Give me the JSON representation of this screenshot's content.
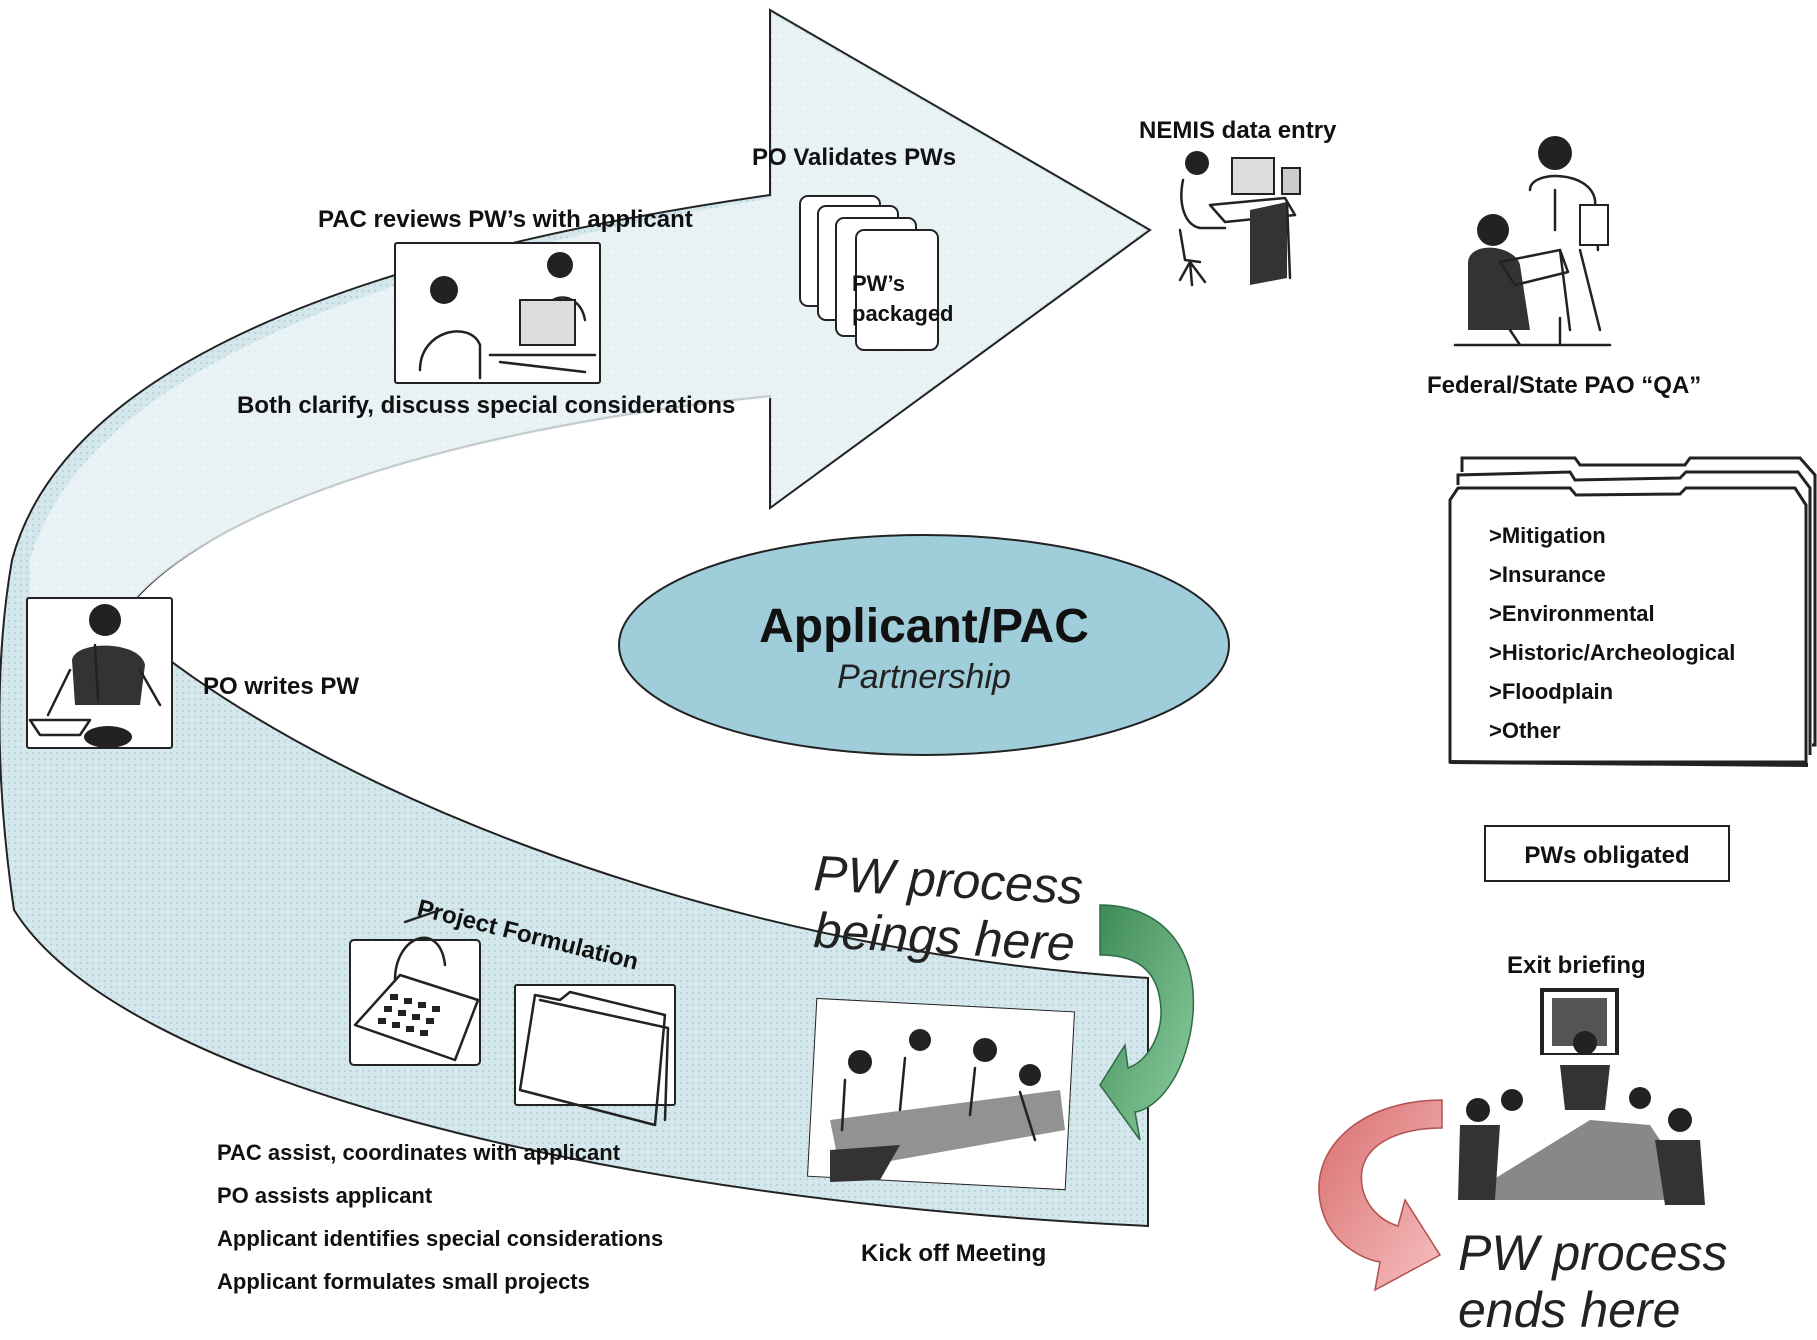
{
  "labels": {
    "pac_reviews": "PAC reviews PW’s with applicant",
    "po_validates": "PO Validates PWs",
    "pws_packaged_1": "PW’s",
    "pws_packaged_2": "packaged",
    "nemis": "NEMIS data entry",
    "both_clarify": "Both clarify, discuss special considerations",
    "po_writes": "PO writes PW",
    "qa": "Federal/State PAO “QA”",
    "project_formulation": "Project Formulation",
    "kick_off": "Kick off Meeting",
    "pws_obligated": "PWs obligated",
    "exit_briefing": "Exit briefing"
  },
  "center": {
    "title": "Applicant/PAC",
    "subtitle": "Partnership"
  },
  "begin_text": [
    "PW process",
    "beings here"
  ],
  "end_text": [
    "PW process",
    "ends here"
  ],
  "checklist": [
    ">Mitigation",
    ">Insurance",
    ">Environmental",
    ">Historic/Archeological",
    ">Floodplain",
    ">Other"
  ],
  "bottom_tasks": [
    "PAC assist, coordinates with applicant",
    "PO assists applicant",
    "Applicant identifies special considerations",
    "Applicant formulates small projects"
  ],
  "colors": {
    "band_fill": "#d4e7ec",
    "ellipse_fill": "#9fcdd9",
    "green_arrow": "#4e9a68",
    "red_arrow": "#e58f8f",
    "outline": "#222222"
  }
}
